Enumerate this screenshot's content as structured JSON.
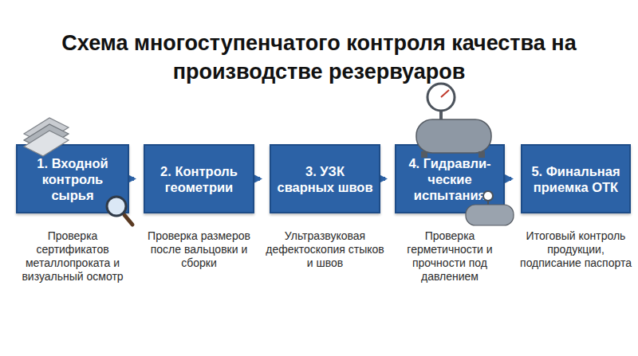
{
  "diagram": {
    "title": "Схема многоступенчатого контроля качества на производстве резервуаров",
    "nodes": [
      {
        "text": [
          "1. Входной контроль сырья",
          "Проверка сертификатов металлопроката и визуальный осмотр"
        ]
      },
      {
        "text": [
          "2. Контроль геометрии",
          "Проверка размеров после вальцовки и сборки"
        ]
      },
      {
        "text": [
          "3. УЗК сварных швов",
          "Ультразвуковая дефектоскопия стыков и швов"
        ]
      },
      {
        "text": [
          "4. Гидравли- ческие испытания",
          "Проверка герметичности и прочности под давлением"
        ]
      },
      {
        "text": [
          "5. Финальная приемка ОТК",
          "Итоговый контроль продукции, подписание паспорта"
        ]
      }
    ],
    "edges": [
      {
        "from": 0,
        "to": 1,
        "arrow": "to"
      },
      {
        "from": 1,
        "to": 2,
        "arrow": "to"
      },
      {
        "from": 2,
        "to": 3,
        "arrow": "to"
      },
      {
        "from": 3,
        "to": 4,
        "arrow": "to"
      }
    ]
  }
}
